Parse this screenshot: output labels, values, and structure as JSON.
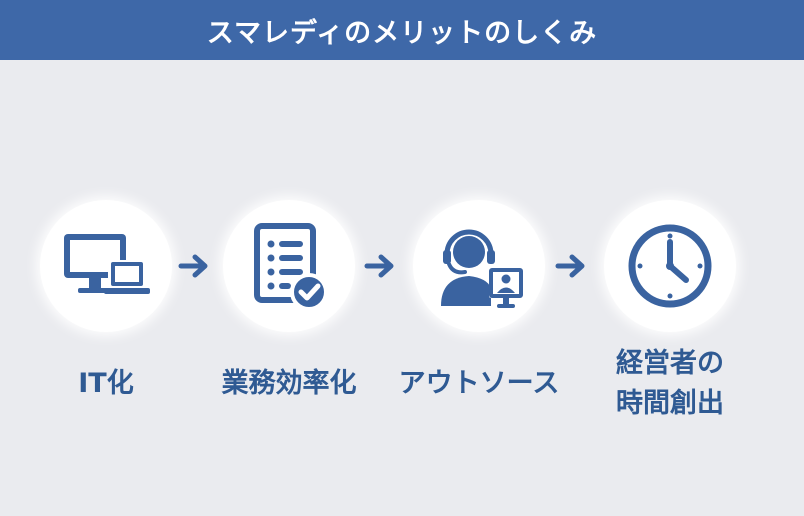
{
  "header": {
    "title": "スマレディのメリットのしくみ"
  },
  "colors": {
    "header_bg": "#3e68a8",
    "page_bg": "#eaebef",
    "icon_blue": "#3a63a0",
    "label_text": "#2f5a93"
  },
  "steps": [
    {
      "label": "IT化",
      "icon": "computer-devices-icon"
    },
    {
      "label": "業務効率化",
      "icon": "checklist-document-icon"
    },
    {
      "label": "アウトソース",
      "icon": "headset-operator-icon"
    },
    {
      "label": "経営者の\n時間創出",
      "icon": "clock-icon"
    }
  ]
}
